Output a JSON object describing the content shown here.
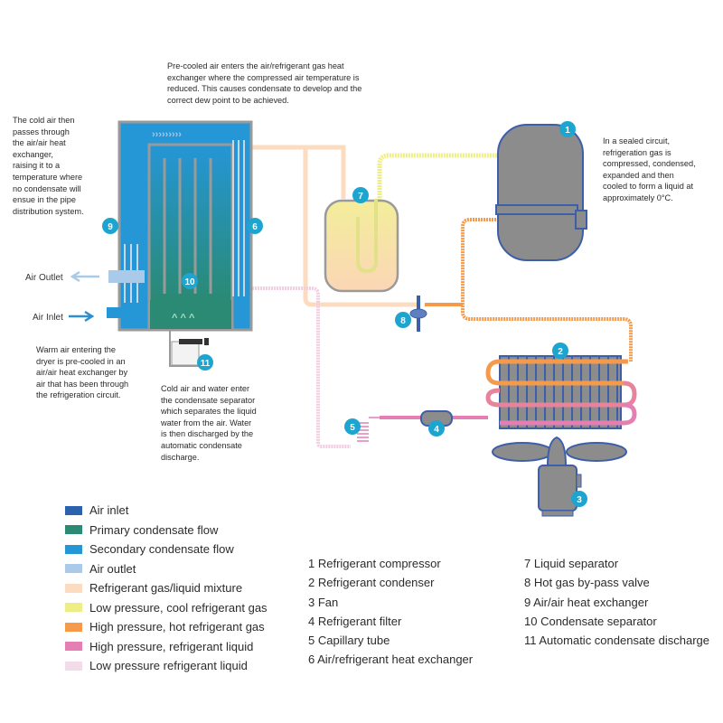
{
  "notes": {
    "precooled": [
      "Pre-cooled air enters the air/refrigerant gas heat",
      "exchanger where the compressed air temperature is",
      "reduced. This causes condensate to develop and the",
      "correct dew point to be achieved."
    ],
    "cold_air": [
      "The cold air then",
      "passes through",
      "the air/air heat",
      "exchanger,",
      "raising it to a",
      "temperature where",
      "no condensate will",
      "ensue in the pipe",
      "distribution system."
    ],
    "sealed_circuit": [
      "In a sealed circuit,",
      "refrigeration gas is",
      "compressed, condensed,",
      "expanded and then",
      "cooled to form a liquid at",
      "approximately 0°C."
    ],
    "warm_air": [
      "Warm air entering the",
      "dryer is pre-cooled in an",
      "air/air heat exchanger by",
      "air that has been through",
      "the refrigeration circuit."
    ],
    "cold_water": [
      "Cold air and water enter",
      "the condensate separator",
      "which separates the liquid",
      "water from the air. Water",
      "is then discharged by the",
      "automatic condensate",
      "discharge."
    ]
  },
  "labels": {
    "air_outlet": "Air Outlet",
    "air_inlet": "Air Inlet"
  },
  "badges": {
    "b1": "1",
    "b2": "2",
    "b3": "3",
    "b4": "4",
    "b5": "5",
    "b6": "6",
    "b7": "7",
    "b8": "8",
    "b9": "9",
    "b10": "10",
    "b11": "11"
  },
  "legend": [
    {
      "label": "Air inlet",
      "color": "#2b62ad"
    },
    {
      "label": "Primary condensate flow",
      "color": "#2a8a73"
    },
    {
      "label": "Secondary condensate flow",
      "color": "#2596d6"
    },
    {
      "label": "Air outlet",
      "color": "#a9cbe9"
    },
    {
      "label": "Refrigerant gas/liquid mixture",
      "color": "#fbdcc0"
    },
    {
      "label": "Low pressure, cool refrigerant gas",
      "color": "#eeee86"
    },
    {
      "label": "High pressure, hot refrigerant gas",
      "color": "#f59a4a"
    },
    {
      "label": "High pressure, refrigerant liquid",
      "color": "#e57fb3"
    },
    {
      "label": "Low pressure refrigerant liquid",
      "color": "#f2dcea"
    }
  ],
  "parts_col1": [
    "1 Refrigerant compressor",
    "2 Refrigerant condenser",
    "3 Fan",
    "4 Refrigerant filter",
    "5 Capillary tube",
    "6 Air/refrigerant heat exchanger"
  ],
  "parts_col2": [
    "7 Liquid separator",
    "8 Hot gas by-pass valve",
    "9 Air/air heat exchanger",
    "10 Condensate separator",
    "11 Automatic condensate discharge"
  ],
  "colors": {
    "badge": "#1ea5cf",
    "component_gray": "#8c8c8c",
    "component_outline": "#3d5ea8"
  }
}
